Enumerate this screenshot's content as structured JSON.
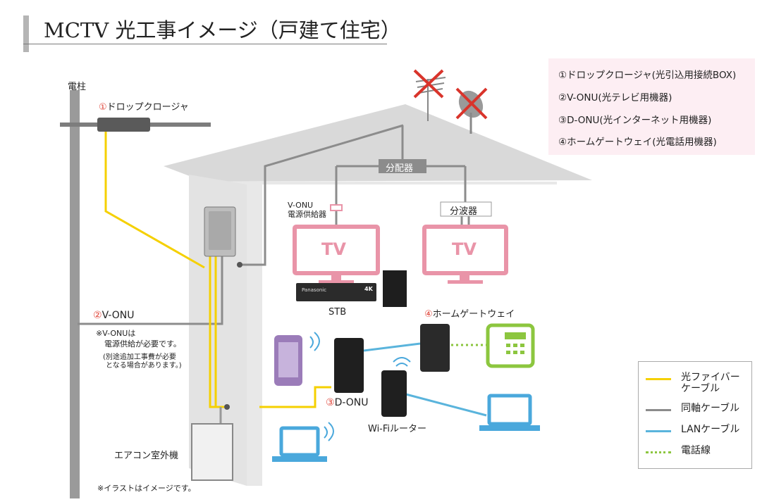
{
  "title": "MCTV 光工事イメージ（戸建て住宅）",
  "pole_label": "電柱",
  "drop_closure": {
    "num": "①",
    "label": "ドロップクロージャ"
  },
  "v_onu": {
    "num": "②",
    "label": "V-ONU"
  },
  "v_onu_note": [
    "※V-ONUは",
    "電源供給が必要です。",
    "(別途追加工事費が必要",
    "となる場合があります。)"
  ],
  "aircon_label": "エアコン室外機",
  "footnote": "※イラストはイメージです。",
  "splitter_label": "分配器",
  "diplexer_label": "分波器",
  "power_supply_label": [
    "V-ONU",
    "電源供給器"
  ],
  "tv1_label": "TV",
  "tv2_label": "TV",
  "stb_label": "STB",
  "stb_brand": "Panasonic",
  "stb_badge": "4K",
  "home_gateway": {
    "num": "④",
    "label": "ホームゲートウェイ"
  },
  "d_onu": {
    "num": "③",
    "label": "D-ONU"
  },
  "wifi_router_label": "Wi-Fiルーター",
  "legend_devices": [
    "①ドロップクロージャ(光引込用接続BOX)",
    "②V-ONU(光テレビ用機器)",
    "③D-ONU(光インターネット用機器)",
    "④ホームゲートウェイ(光電話用機器)"
  ],
  "legend_cables": [
    {
      "label": "光ファイバー\nケーブル",
      "color": "#f5d000",
      "style": "solid"
    },
    {
      "label": "同軸ケーブル",
      "color": "#8c8c8c",
      "style": "solid"
    },
    {
      "label": "LANケーブル",
      "color": "#5ab4dc",
      "style": "solid"
    },
    {
      "label": "電話線",
      "color": "#8cc63f",
      "style": "dotted"
    }
  ],
  "colors": {
    "fiber": "#f5d000",
    "coax": "#8c8c8c",
    "lan": "#5ab4dc",
    "phone": "#8cc63f",
    "tv": "#e994a8",
    "device_purple": "#9b7cb9",
    "laptop_blue": "#4aa8dc",
    "number_red": "#e0463a",
    "house_wall": "#e6e6e6",
    "house_roof": "#d6d6d6"
  }
}
